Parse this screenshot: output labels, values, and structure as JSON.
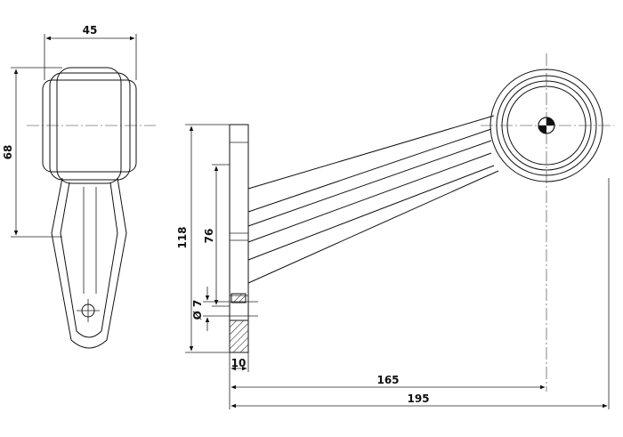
{
  "drawing": {
    "dimensions": {
      "width_top": "45",
      "height_left": "68",
      "height_total": "118",
      "height_inner": "76",
      "hole_diameter": "Ø 7",
      "thickness": "10",
      "reach_center": "165",
      "reach_total": "195"
    }
  }
}
